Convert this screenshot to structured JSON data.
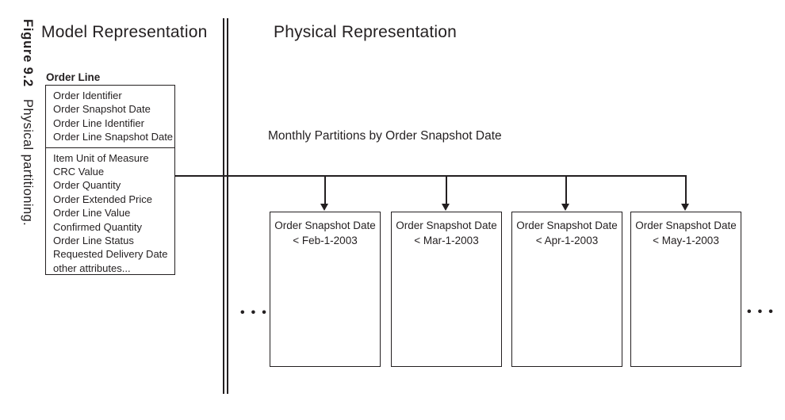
{
  "figure": {
    "number": "Figure 9.2",
    "caption": "Physical partitioning."
  },
  "model_section": {
    "title": "Model Representation"
  },
  "physical_section": {
    "title": "Physical Representation",
    "partition_label": "Monthly Partitions by Order Snapshot Date"
  },
  "entity": {
    "name": "Order Line",
    "key_attributes": [
      "Order Identifier",
      "Order Snapshot Date",
      "Order Line Identifier",
      "Order Line Snapshot Date"
    ],
    "attributes": [
      "Item Unit of Measure",
      "CRC Value",
      "Order Quantity",
      "Order Extended Price",
      "Order Line Value",
      "Confirmed Quantity",
      "Order Line Status",
      "Requested Delivery Date",
      "other attributes..."
    ]
  },
  "partitions": [
    {
      "line1": "Order Snapshot Date",
      "line2": "< Feb-1-2003"
    },
    {
      "line1": "Order Snapshot Date",
      "line2": "< Mar-1-2003"
    },
    {
      "line1": "Order Snapshot Date",
      "line2": "< Apr-1-2003"
    },
    {
      "line1": "Order Snapshot Date",
      "line2": "< May-1-2003"
    }
  ],
  "ellipsis": "•••",
  "colors": {
    "ink": "#231f20",
    "background": "#ffffff"
  }
}
